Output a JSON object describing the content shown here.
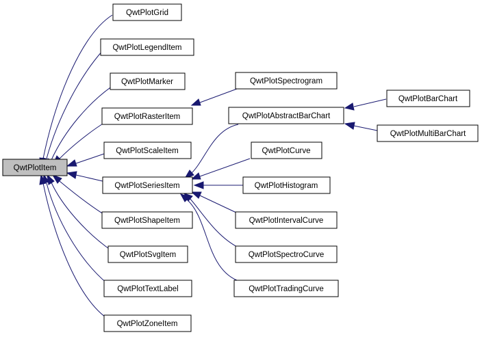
{
  "diagram": {
    "root": "QwtPlotItem",
    "nodes": {
      "n_root": "QwtPlotItem",
      "n_grid": "QwtPlotGrid",
      "n_legend": "QwtPlotLegendItem",
      "n_marker": "QwtPlotMarker",
      "n_raster": "QwtPlotRasterItem",
      "n_scale": "QwtPlotScaleItem",
      "n_series": "QwtPlotSeriesItem",
      "n_shape": "QwtPlotShapeItem",
      "n_svg": "QwtPlotSvgItem",
      "n_text": "QwtPlotTextLabel",
      "n_zone": "QwtPlotZoneItem",
      "n_spectrogram": "QwtPlotSpectrogram",
      "n_absbar": "QwtPlotAbstractBarChart",
      "n_curve": "QwtPlotCurve",
      "n_histogram": "QwtPlotHistogram",
      "n_interval": "QwtPlotIntervalCurve",
      "n_spectrocurve": "QwtPlotSpectroCurve",
      "n_trading": "QwtPlotTradingCurve",
      "n_barchart": "QwtPlotBarChart",
      "n_multibar": "QwtPlotMultiBarChart"
    },
    "edges": [
      {
        "from": "n_grid",
        "to": "n_root"
      },
      {
        "from": "n_legend",
        "to": "n_root"
      },
      {
        "from": "n_marker",
        "to": "n_root"
      },
      {
        "from": "n_raster",
        "to": "n_root"
      },
      {
        "from": "n_scale",
        "to": "n_root"
      },
      {
        "from": "n_series",
        "to": "n_root"
      },
      {
        "from": "n_shape",
        "to": "n_root"
      },
      {
        "from": "n_svg",
        "to": "n_root"
      },
      {
        "from": "n_text",
        "to": "n_root"
      },
      {
        "from": "n_zone",
        "to": "n_root"
      },
      {
        "from": "n_spectrogram",
        "to": "n_raster"
      },
      {
        "from": "n_absbar",
        "to": "n_series"
      },
      {
        "from": "n_curve",
        "to": "n_series"
      },
      {
        "from": "n_histogram",
        "to": "n_series"
      },
      {
        "from": "n_interval",
        "to": "n_series"
      },
      {
        "from": "n_spectrocurve",
        "to": "n_series"
      },
      {
        "from": "n_trading",
        "to": "n_series"
      },
      {
        "from": "n_barchart",
        "to": "n_absbar"
      },
      {
        "from": "n_multibar",
        "to": "n_absbar"
      }
    ]
  }
}
